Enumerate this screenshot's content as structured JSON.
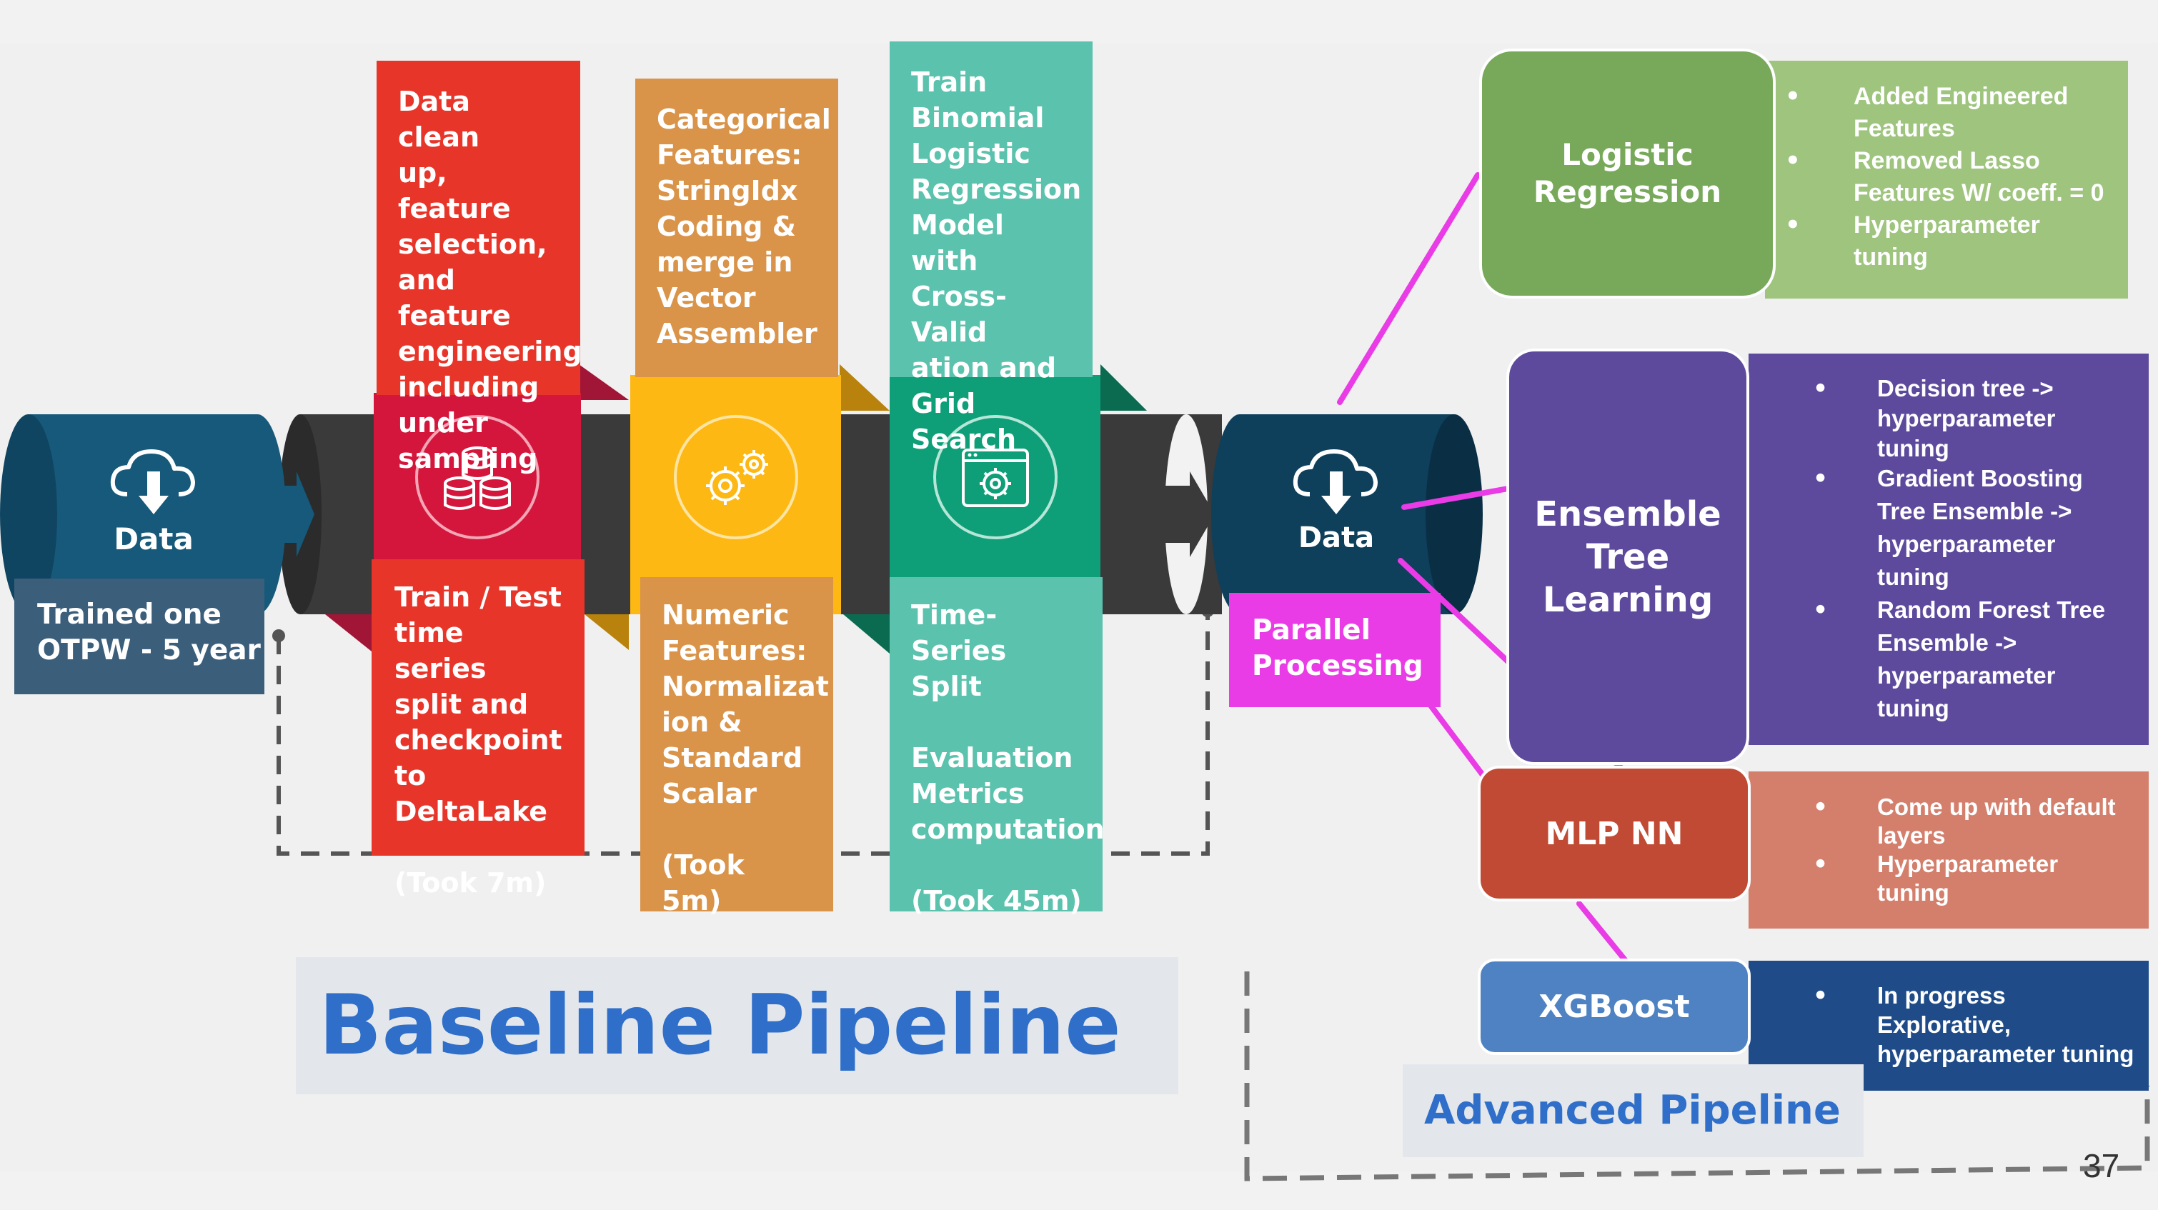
{
  "colors": {
    "red": "#e8352a",
    "crimson": "#d4163c",
    "orange": "#d9944a",
    "amber": "#fdb813",
    "teal_light": "#5bc2ad",
    "teal_dark": "#0e9f78",
    "navy_cylinder": "#16597a",
    "magenta": "#e93be6",
    "green": "#78a95a",
    "green_light": "#9ec47e",
    "purple": "#5d4a9c",
    "brick": "#c04a33",
    "salmon": "#d47f6c",
    "blue": "#4f82c2",
    "navy": "#1f4c88"
  },
  "data_source": {
    "label": "Data",
    "icon": "cloud-download-icon",
    "caption": "Trained one\nOTPW - 5 year"
  },
  "stages": [
    {
      "top": "Data clean\nup, feature\nselection,\nand feature\nengineering\nincluding\nunder\nsampling",
      "icon": "database-icon",
      "bottom": "Train / Test\ntime series\nsplit and\ncheckpoint\nto DeltaLake\n\n(Took 7m)"
    },
    {
      "top": "Categorical\nFeatures:\nStringIdx\nCoding &\nmerge in\nVector\nAssembler",
      "icon": "gears-icon",
      "bottom": "Numeric\nFeatures:\nNormalizat\nion &\nStandard\nScalar\n\n(Took 5m)"
    },
    {
      "top": "Train\nBinomial\nLogistic\nRegression\nModel with\nCross-Valid\nation and\nGrid Search",
      "icon": "settings-window-icon",
      "bottom": "Time-Series\nSplit\n\nEvaluation\nMetrics\ncomputation\n\n(Took 45m)"
    }
  ],
  "data_hub": {
    "label": "Data",
    "icon": "cloud-download-icon",
    "parallel_label": "Parallel\nProcessing"
  },
  "models": [
    {
      "name": "Logistic\nRegression",
      "notes": [
        "Added Engineered\nFeatures",
        "Removed Lasso\nFeatures W/ coeff. = 0",
        "Hyperparameter\ntuning"
      ]
    },
    {
      "name": "Ensemble\nTree\nLearning",
      "notes": [
        "Decision tree ->\nhyperparameter\ntuning",
        "Gradient Boosting\nTree Ensemble ->\nhyperparameter\ntuning",
        "Random Forest Tree\nEnsemble ->\nhyperparameter\ntuning"
      ]
    },
    {
      "name": "MLP NN",
      "notes": [
        "Come up with default\nlayers",
        "Hyperparameter\ntuning"
      ]
    },
    {
      "name": "XGBoost",
      "notes": [
        "In progress\nExplorative,\nhyperparameter tuning"
      ]
    }
  ],
  "titles": {
    "baseline": "Baseline Pipeline",
    "advanced": "Advanced Pipeline"
  },
  "page_number": "37"
}
